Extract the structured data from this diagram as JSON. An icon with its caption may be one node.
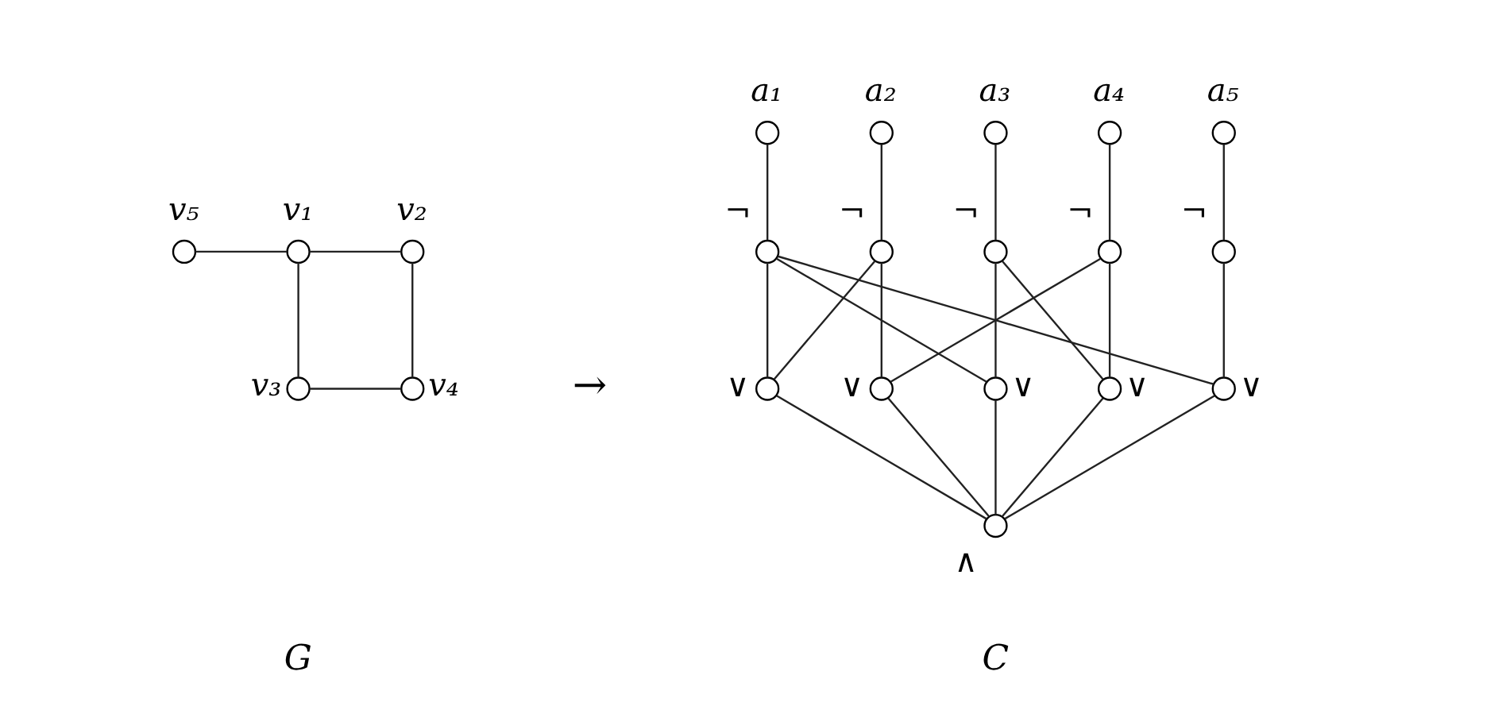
{
  "diagram": {
    "nodes": [
      {
        "text": [],
        "shape": "circle",
        "beside": [
          "v₅"
        ]
      },
      {
        "text": [],
        "shape": "circle",
        "beside": [
          "v₁"
        ]
      },
      {
        "text": [],
        "shape": "circle",
        "beside": [
          "v₂"
        ]
      },
      {
        "text": [],
        "shape": "circle",
        "beside": [
          "v₃"
        ]
      },
      {
        "text": [],
        "shape": "circle",
        "beside": [
          "v₄"
        ]
      },
      {
        "text": [],
        "shape": "circle",
        "beside": [
          "a₁"
        ]
      },
      {
        "text": [],
        "shape": "circle",
        "beside": [
          "a₂"
        ]
      },
      {
        "text": [],
        "shape": "circle",
        "beside": [
          "a₃"
        ]
      },
      {
        "text": [],
        "shape": "circle",
        "beside": [
          "a₄"
        ]
      },
      {
        "text": [],
        "shape": "circle",
        "beside": [
          "a₅"
        ]
      },
      {
        "text": [],
        "shape": "circle",
        "beside": [
          "¬"
        ]
      },
      {
        "text": [],
        "shape": "circle",
        "beside": [
          "¬"
        ]
      },
      {
        "text": [],
        "shape": "circle",
        "beside": [
          "¬"
        ]
      },
      {
        "text": [],
        "shape": "circle",
        "beside": [
          "¬"
        ]
      },
      {
        "text": [],
        "shape": "circle",
        "beside": [
          "¬"
        ]
      },
      {
        "text": [],
        "shape": "circle",
        "beside": [
          "∨"
        ]
      },
      {
        "text": [],
        "shape": "circle",
        "beside": [
          "∨"
        ]
      },
      {
        "text": [],
        "shape": "circle",
        "beside": [
          "∨"
        ]
      },
      {
        "text": [],
        "shape": "circle",
        "beside": [
          "∨"
        ]
      },
      {
        "text": [],
        "shape": "circle",
        "beside": [
          "∨"
        ]
      },
      {
        "text": [],
        "shape": "circle",
        "beside": [
          "∧"
        ]
      }
    ],
    "edges": [
      {
        "from": 0,
        "to": 1,
        "arrow": "none"
      },
      {
        "from": 1,
        "to": 2,
        "arrow": "none"
      },
      {
        "from": 1,
        "to": 3,
        "arrow": "none"
      },
      {
        "from": 2,
        "to": 4,
        "arrow": "none"
      },
      {
        "from": 3,
        "to": 4,
        "arrow": "none"
      },
      {
        "from": 5,
        "to": 10,
        "arrow": "none"
      },
      {
        "from": 6,
        "to": 11,
        "arrow": "none"
      },
      {
        "from": 7,
        "to": 12,
        "arrow": "none"
      },
      {
        "from": 8,
        "to": 13,
        "arrow": "none"
      },
      {
        "from": 9,
        "to": 14,
        "arrow": "none"
      },
      {
        "from": 10,
        "to": 15,
        "arrow": "none"
      },
      {
        "from": 11,
        "to": 16,
        "arrow": "none"
      },
      {
        "from": 12,
        "to": 17,
        "arrow": "none"
      },
      {
        "from": 13,
        "to": 18,
        "arrow": "none"
      },
      {
        "from": 14,
        "to": 19,
        "arrow": "none"
      },
      {
        "from": 10,
        "to": 17,
        "arrow": "none"
      },
      {
        "from": 10,
        "to": 19,
        "arrow": "none"
      },
      {
        "from": 11,
        "to": 15,
        "arrow": "none"
      },
      {
        "from": 12,
        "to": 18,
        "arrow": "none"
      },
      {
        "from": 13,
        "to": 16,
        "arrow": "none"
      },
      {
        "from": 15,
        "to": 20,
        "arrow": "none"
      },
      {
        "from": 16,
        "to": 20,
        "arrow": "none"
      },
      {
        "from": 17,
        "to": 20,
        "arrow": "none"
      },
      {
        "from": 18,
        "to": 20,
        "arrow": "none"
      },
      {
        "from": 19,
        "to": 20,
        "arrow": "none"
      }
    ],
    "labels": [
      "→",
      "G",
      "C"
    ]
  }
}
